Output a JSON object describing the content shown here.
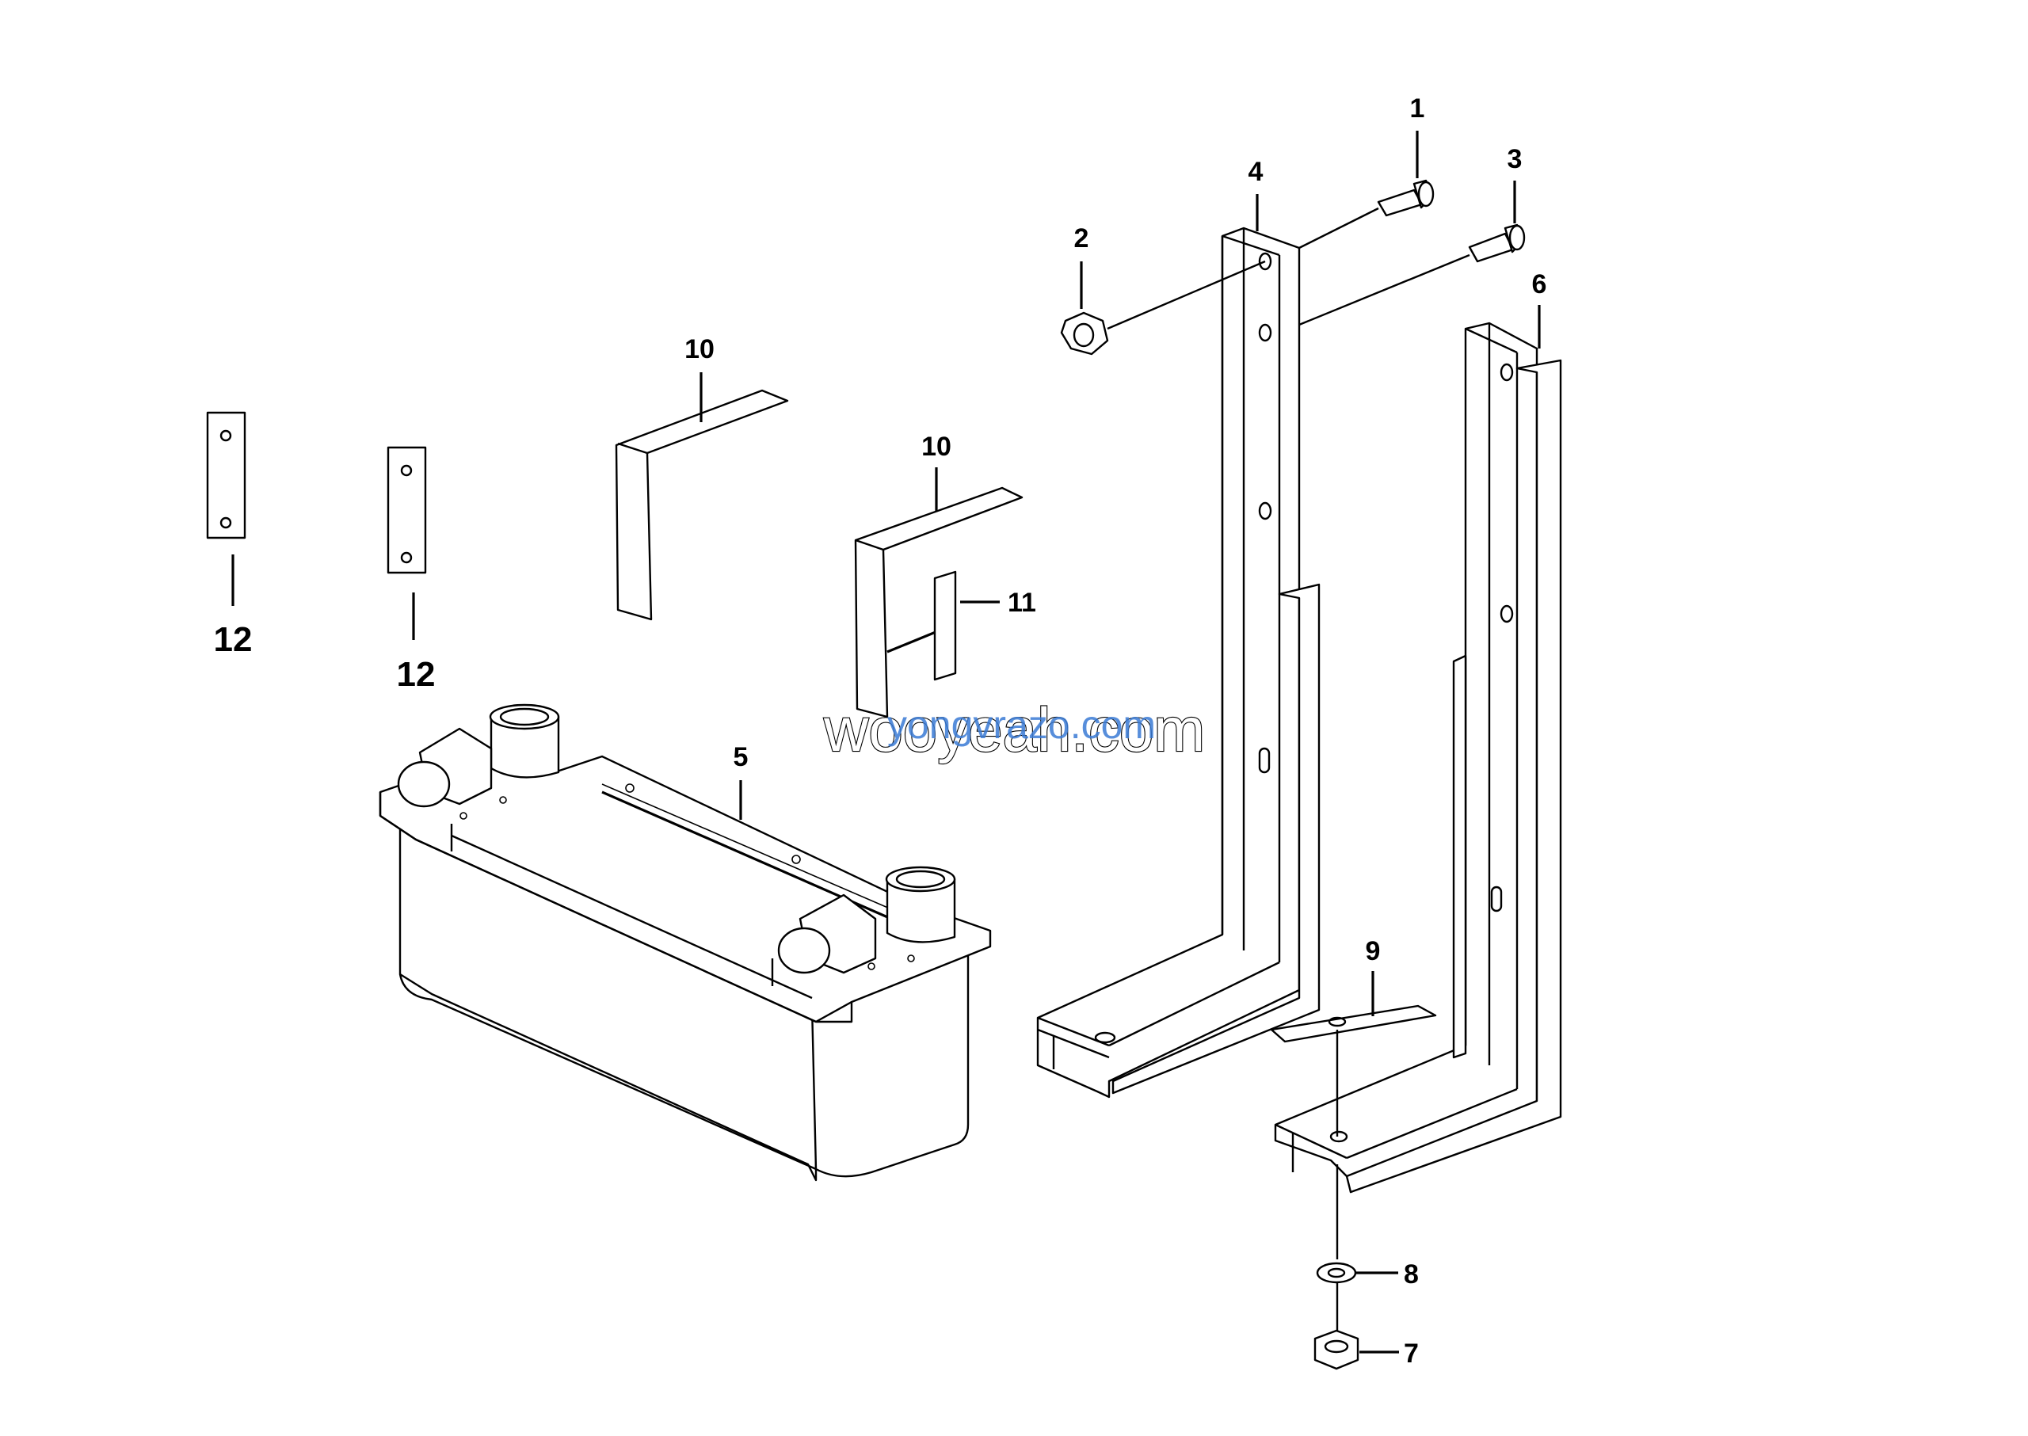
{
  "diagram": {
    "callouts": {
      "c1": "1",
      "c2": "2",
      "c3": "3",
      "c4": "4",
      "c5": "5",
      "c6": "6",
      "c7": "7",
      "c8": "8",
      "c9": "9",
      "c10a": "10",
      "c10b": "10",
      "c11": "11",
      "c12a": "12",
      "c12b": "12"
    },
    "watermark": {
      "main": "wooyeah.com",
      "overlay": "yongvrazo.com"
    }
  }
}
